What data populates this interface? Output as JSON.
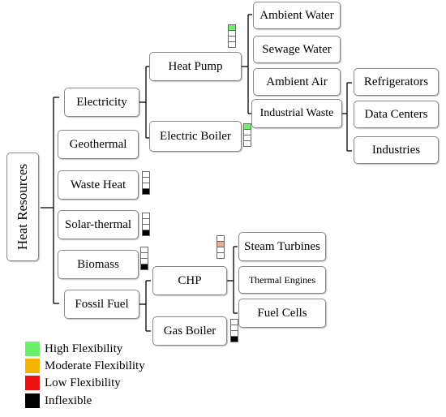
{
  "nodes": {
    "root": "Heat Resources",
    "electricity": "Electricity",
    "geothermal": "Geothermal",
    "waste_heat": "Waste Heat",
    "solar_thermal": "Solar-thermal",
    "biomass": "Biomass",
    "fossil_fuel": "Fossil Fuel",
    "heat_pump": "Heat Pump",
    "electric_boiler": "Electric Boiler",
    "chp": "CHP",
    "gas_boiler": "Gas Boiler",
    "ambient_water": "Ambient Water",
    "sewage_water": "Sewage Water",
    "ambient_air": "Ambient Air",
    "industrial_waste": "Industrial Waste",
    "refrigerators": "Refrigerators",
    "data_centers": "Data Centers",
    "industries": "Industries",
    "steam_turbines": "Steam Turbines",
    "thermal_engines": "Thermal Engines",
    "fuel_cells": "Fuel Cells"
  },
  "flexibility_colors": {
    "high": "#6cf06c",
    "moderate": "#f5b400",
    "low": "#ee1111",
    "inflexible": "#000000",
    "chp_marker": "#e8a98a",
    "empty": "#ffffff"
  },
  "flexibility_indicators": {
    "heat_pump": "high",
    "electric_boiler": "high",
    "waste_heat": "inflexible",
    "solar_thermal": "inflexible",
    "biomass": "inflexible",
    "chp": "chp_marker",
    "gas_boiler": "inflexible"
  },
  "legend": [
    {
      "key": "high",
      "label": "High Flexibility",
      "color": "#6cf06c"
    },
    {
      "key": "moderate",
      "label": "Moderate Flexibility",
      "color": "#f5b400"
    },
    {
      "key": "low",
      "label": "Low Flexibility",
      "color": "#ee1111"
    },
    {
      "key": "inflexible",
      "label": "Inflexible",
      "color": "#000000"
    }
  ]
}
